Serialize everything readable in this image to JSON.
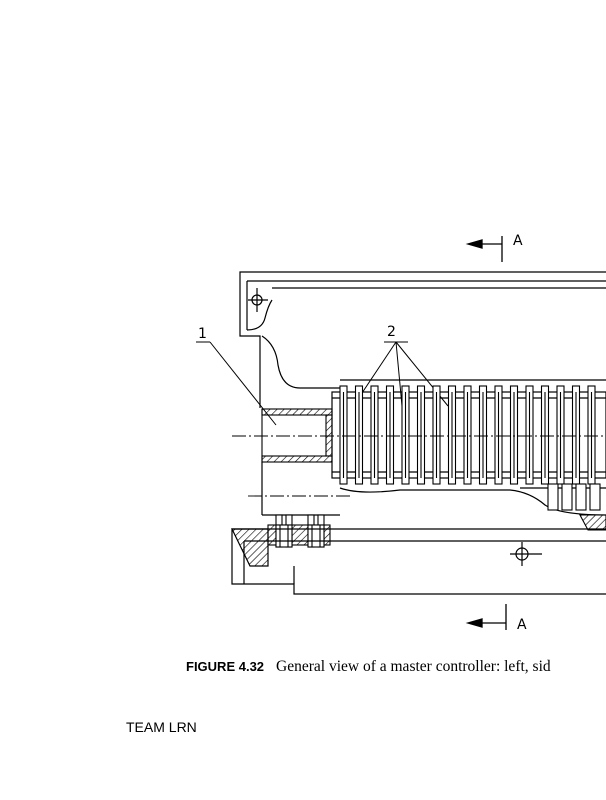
{
  "figure": {
    "number": "FIGURE 4.32",
    "caption": "General view of a master controller: left, sid",
    "labels": {
      "part1": "1",
      "part2": "2",
      "section_top": "A",
      "section_bottom": "A"
    }
  },
  "footer": {
    "text": "TEAM LRN"
  }
}
